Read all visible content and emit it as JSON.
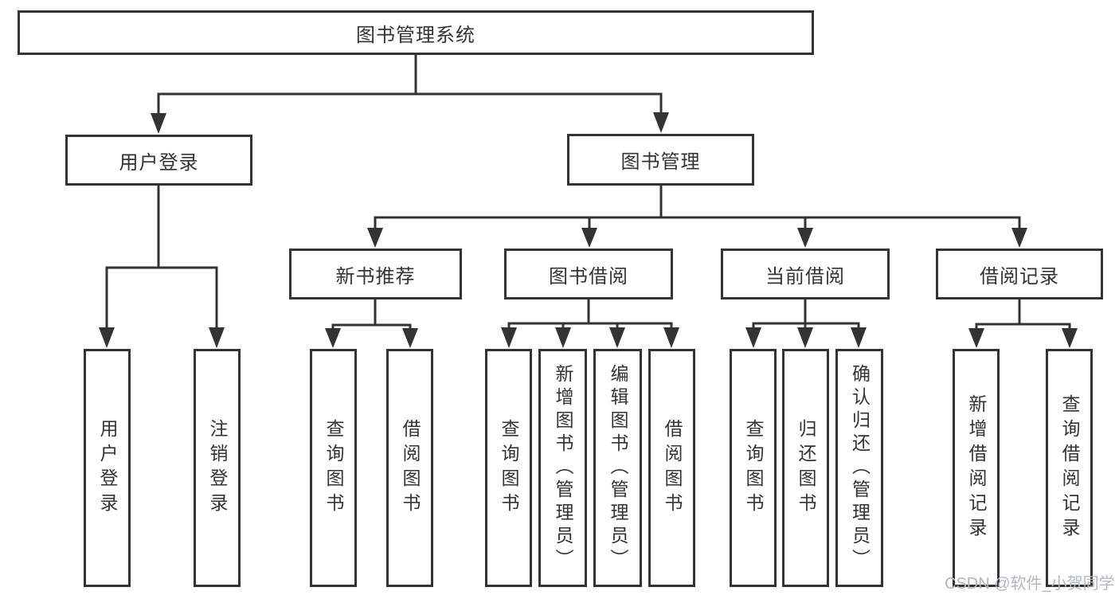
{
  "diagram_title": "图书管理系统",
  "watermark": "CSDN @软件_小贺同学",
  "colors": {
    "line": "#333333",
    "text": "#333333",
    "box_background": "#ffffff",
    "watermark": "#b3b7be",
    "background": "#ffffff"
  },
  "hierarchy": {
    "label": "图书管理系统",
    "children": [
      {
        "label": "用户登录",
        "children": [
          {
            "label": "用户登录"
          },
          {
            "label": "注销登录"
          }
        ]
      },
      {
        "label": "图书管理",
        "children": [
          {
            "label": "新书推荐",
            "children": [
              {
                "label": "查询图书"
              },
              {
                "label": "借阅图书"
              }
            ]
          },
          {
            "label": "图书借阅",
            "children": [
              {
                "label": "查询图书"
              },
              {
                "label": "新增图书（管理员）"
              },
              {
                "label": "编辑图书（管理员）"
              },
              {
                "label": "借阅图书"
              }
            ]
          },
          {
            "label": "当前借阅",
            "children": [
              {
                "label": "查询图书"
              },
              {
                "label": "归还图书"
              },
              {
                "label": "确认归还（管理员）"
              }
            ]
          },
          {
            "label": "借阅记录",
            "children": [
              {
                "label": "新增借阅记录"
              },
              {
                "label": "查询借阅记录"
              }
            ]
          }
        ]
      }
    ]
  }
}
